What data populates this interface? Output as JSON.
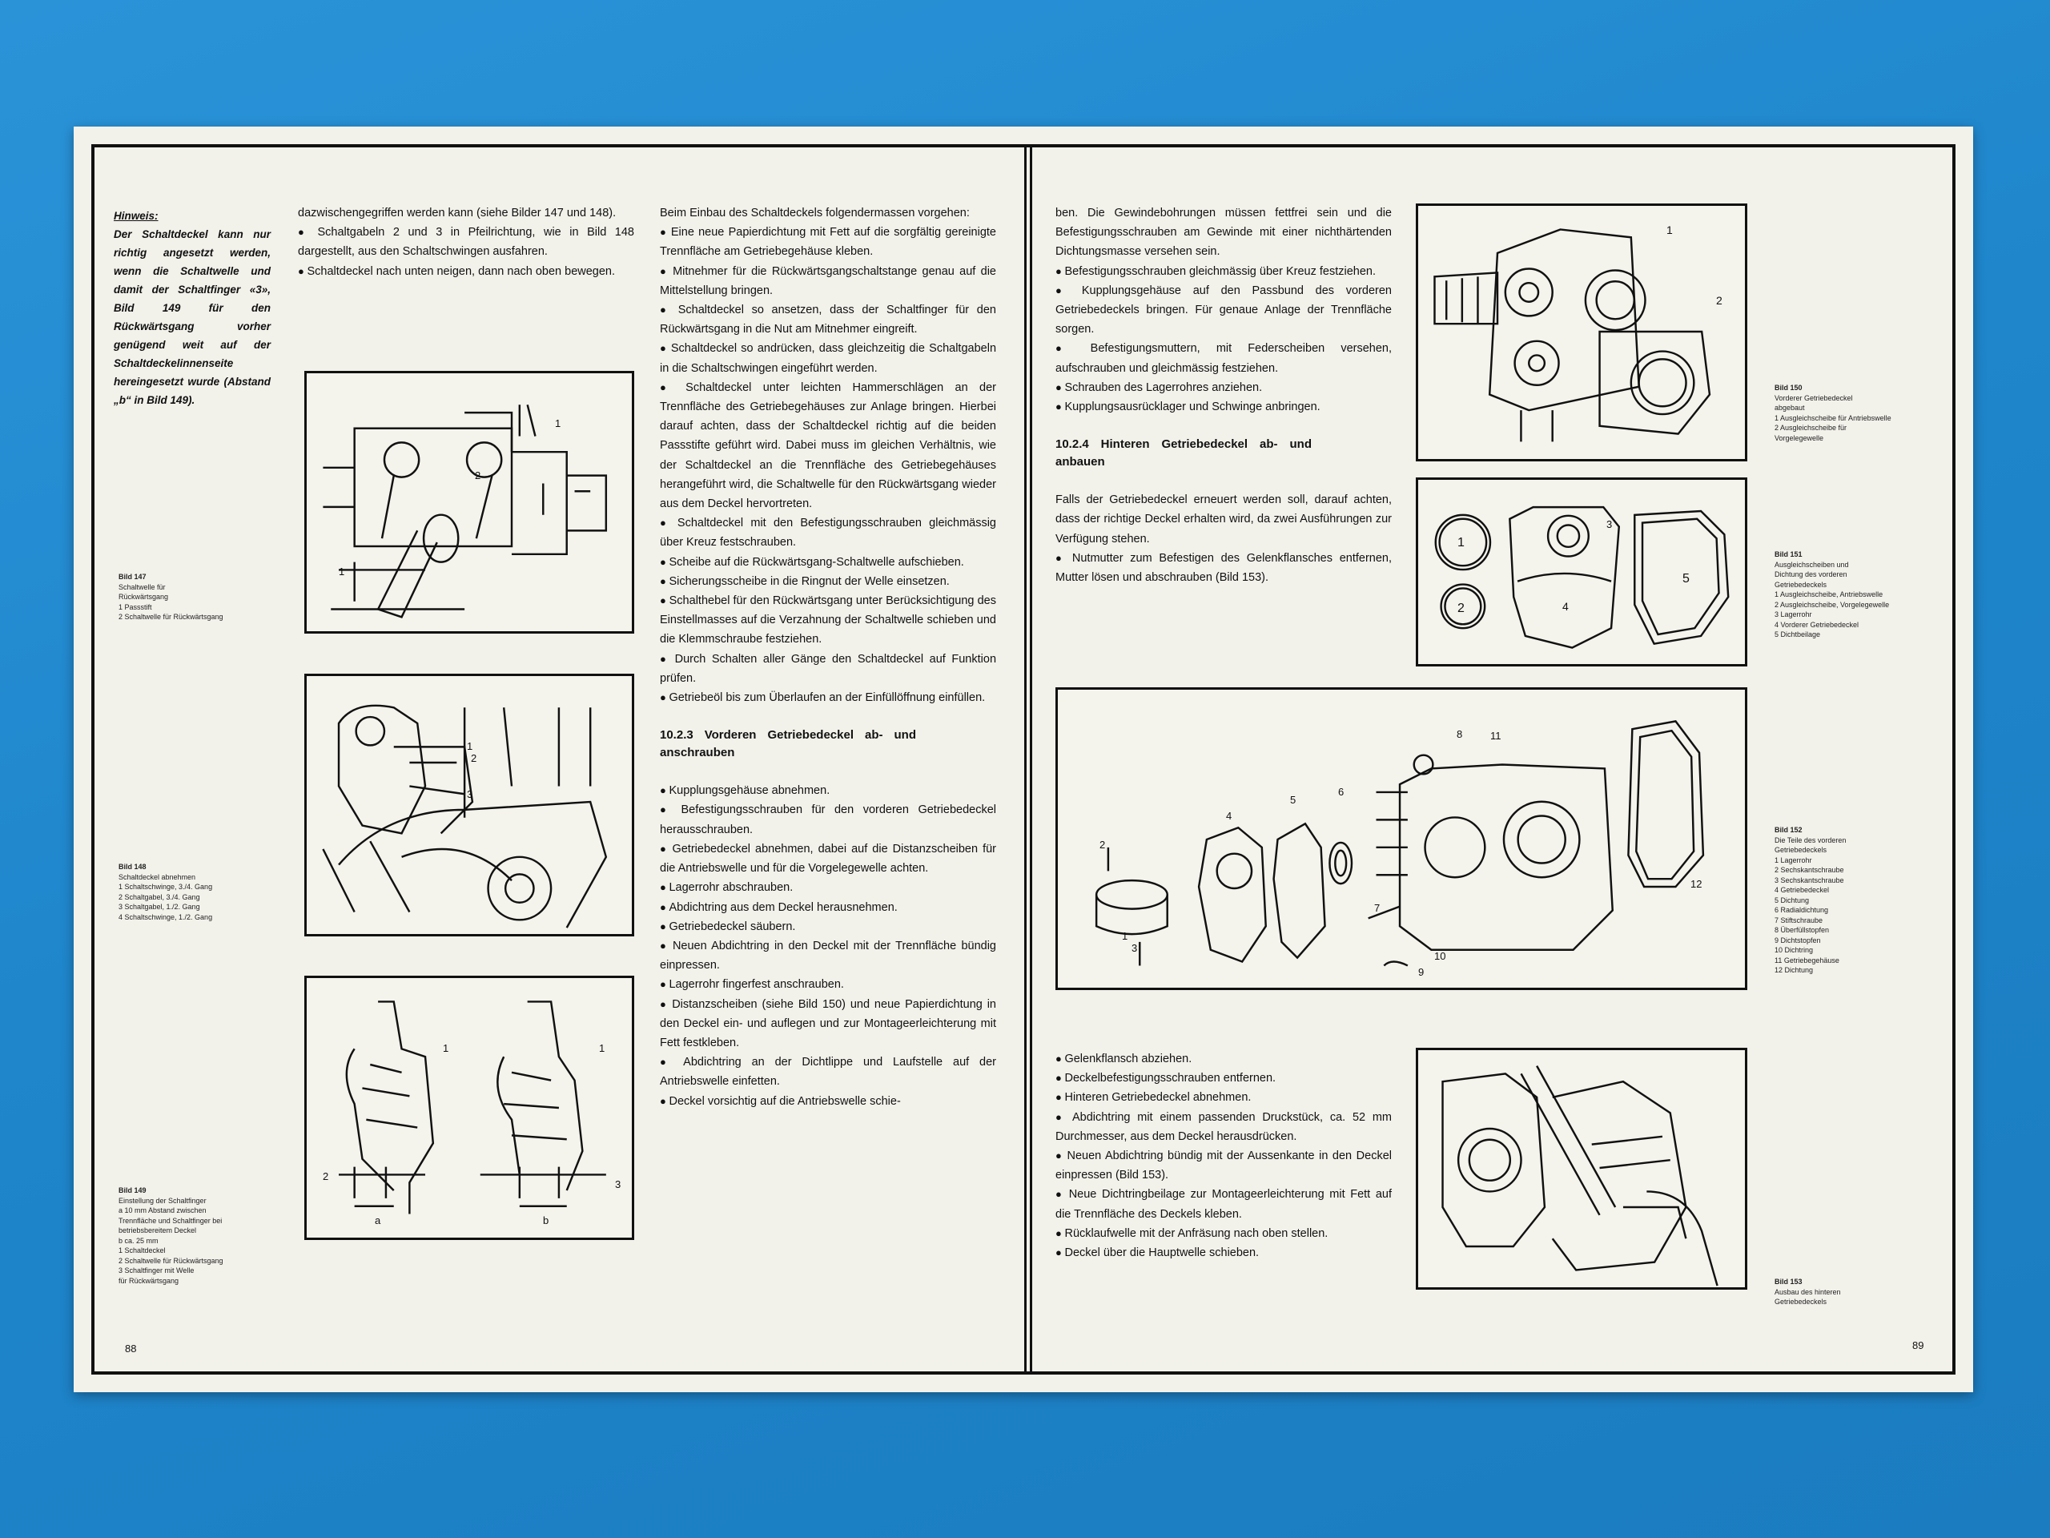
{
  "left_page": {
    "hint": {
      "title": "Hinweis:",
      "text": "Der Schaltdeckel kann nur richtig angesetzt werden, wenn die Schaltwelle und damit der Schaltfinger «3», Bild 149 für den Rückwärtsgang vorher genügend weit auf der Schaltdeckelinnenseite hereingesetzt wurde (Abstand „b“ in Bild 149)."
    },
    "col2": [
      "dazwischengegriffen werden kann (siehe Bilder 147 und 148).",
      "Schaltgabeln 2 und 3 in Pfeilrichtung, wie in Bild 148 dargestellt, aus den Schaltschwingen ausfahren.",
      "Schaltdeckel nach unten neigen, dann nach oben bewegen."
    ],
    "col3": {
      "intro": "Beim Einbau des Schaltdeckels folgendermassen vorgehen:",
      "bullets": [
        "Eine neue Papierdichtung mit Fett auf die sorgfältig gereinigte Trennfläche am Getriebegehäuse kleben.",
        "Mitnehmer für die Rückwärtsgangschaltstange genau auf die Mittelstellung bringen.",
        "Schaltdeckel so ansetzen, dass der Schaltfinger für den Rückwärtsgang in die Nut am Mitnehmer eingreift.",
        "Schaltdeckel so andrücken, dass gleichzeitig die Schaltgabeln in die Schaltschwingen eingeführt werden.",
        "Schaltdeckel unter leichten Hammerschlägen an der Trennfläche des Getriebegehäuses zur Anlage bringen. Hierbei darauf achten, dass der Schaltdeckel richtig auf die beiden Passstifte geführt wird. Dabei muss im gleichen Verhältnis, wie der Schaltdeckel an die Trennfläche des Getriebegehäuses herangeführt wird, die Schaltwelle für den Rückwärtsgang wieder aus dem Deckel hervortreten.",
        "Schaltdeckel mit den Befestigungsschrauben gleichmässig über Kreuz festschrauben.",
        "Scheibe auf die Rückwärtsgang-Schaltwelle aufschieben.",
        "Sicherungsscheibe in die Ringnut der Welle einsetzen.",
        "Schalthebel für den Rückwärtsgang unter Berücksichtigung des Einstellmasses auf die Verzahnung der Schaltwelle schieben und die Klemmschraube festziehen.",
        "Durch Schalten aller Gänge den Schaltdeckel auf Funktion prüfen.",
        "Getriebeöl bis zum Überlaufen an der Einfüllöffnung einfüllen."
      ],
      "heading": "10.2.3 Vorderen Getriebedeckel ab- und anschrauben",
      "bullets2": [
        "Kupplungsgehäuse abnehmen.",
        "Befestigungsschrauben für den vorderen Getriebedeckel herausschrauben.",
        "Getriebedeckel abnehmen, dabei auf die Distanzscheiben für die Antriebswelle und für die Vorgelegewelle achten.",
        "Lagerrohr abschrauben.",
        "Abdichtring aus dem Deckel herausnehmen.",
        "Getriebedeckel säubern.",
        "Neuen Abdichtring in den Deckel mit der Trennfläche bündig einpressen.",
        "Lagerrohr fingerfest anschrauben.",
        "Distanzscheiben (siehe Bild 150) und neue Papierdichtung in den Deckel ein- und auflegen und zur Montageerleichterung mit Fett festkleben.",
        "Abdichtring an der Dichtlippe und Laufstelle auf der Antriebswelle einfetten.",
        "Deckel vorsichtig auf die Antriebswelle schie-"
      ]
    },
    "captions": {
      "c147": {
        "title": "Bild 147",
        "lines": [
          "Schaltwelle für",
          "Rückwärtsgang",
          "1 Passstift",
          "2 Schaltwelle für Rückwärtsgang"
        ]
      },
      "c148": {
        "title": "Bild 148",
        "lines": [
          "Schaltdeckel abnehmen",
          "1 Schaltschwinge, 3./4. Gang",
          "2 Schaltgabel, 3./4. Gang",
          "3 Schaltgabel, 1./2. Gang",
          "4 Schaltschwinge, 1./2. Gang"
        ]
      },
      "c149": {
        "title": "Bild 149",
        "lines": [
          "Einstellung der Schaltfinger",
          "a 10 mm Abstand zwischen",
          "Trennfläche und Schaltfinger bei",
          "betriebsbereitem Deckel",
          "b ca. 25 mm",
          "1 Schaltdeckel",
          "2 Schaltwelle für Rückwärtsgang",
          "3 Schaltfinger mit Welle",
          "für Rückwärtsgang"
        ]
      }
    },
    "page_number": "88"
  },
  "right_page": {
    "col1": {
      "cont": [
        "ben. Die Gewindebohrungen müssen fettfrei sein und die Befestigungsschrauben am Gewinde mit einer nichthärtenden Dichtungsmasse versehen sein."
      ],
      "bullets": [
        "Befestigungsschrauben gleichmässig über Kreuz festziehen.",
        "Kupplungsgehäuse auf den Passbund des vorderen Getriebedeckels bringen. Für genaue Anlage der Trennfläche sorgen.",
        "Befestigungsmuttern, mit Federscheiben versehen, aufschrauben und gleichmässig festziehen.",
        "Schrauben des Lagerrohres anziehen.",
        "Kupplungsausrücklager und Schwinge anbringen."
      ],
      "heading": "10.2.4 Hinteren Getriebedeckel ab- und anbauen",
      "para": "Falls der Getriebedeckel erneuert werden soll, darauf achten, dass der richtige Deckel erhalten wird, da zwei Ausführungen zur Verfügung stehen.",
      "bullets_b": [
        "Nutmutter zum Befestigen des Gelenkflansches entfernen, Mutter lösen und abschrauben (Bild 153)."
      ],
      "bullets2": [
        "Gelenkflansch abziehen.",
        "Deckelbefestigungsschrauben entfernen.",
        "Hinteren Getriebedeckel abnehmen.",
        "Abdichtring mit einem passenden Druckstück, ca. 52 mm Durchmesser, aus dem Deckel herausdrücken.",
        "Neuen Abdichtring bündig mit der Aussenkante in den Deckel einpressen (Bild 153).",
        "Neue Dichtringbeilage zur Montageerleichterung mit Fett auf die Trennfläche des Deckels kleben.",
        "Rücklaufwelle mit der Anfräsung nach oben stellen.",
        "Deckel über die Hauptwelle schieben."
      ]
    },
    "captions": {
      "c150": {
        "title": "Bild 150",
        "lines": [
          "Vorderer Getriebedeckel",
          "abgebaut",
          "1 Ausgleichscheibe für Antriebswelle",
          "2 Ausgleichscheibe für",
          "Vorgelegewelle"
        ]
      },
      "c151": {
        "title": "Bild 151",
        "lines": [
          "Ausgleichscheiben und",
          "Dichtung des vorderen",
          "Getriebedeckels",
          "1 Ausgleichscheibe, Antriebswelle",
          "2 Ausgleichscheibe, Vorgelegewelle",
          "3 Lagerrohr",
          "4 Vorderer Getriebedeckel",
          "5 Dichtbeilage"
        ]
      },
      "c152": {
        "title": "Bild 152",
        "lines": [
          "Die Teile des vorderen",
          "Getriebedeckels",
          "1 Lagerrohr",
          "2 Sechskantschraube",
          "3 Sechskantschraube",
          "4 Getriebedeckel",
          "5 Dichtung",
          "6 Radialdichtung",
          "7 Stiftschraube",
          "8 Überfüllstopfen",
          "9 Dichtstopfen",
          "10 Dichtring",
          "11 Getriebegehäuse",
          "12 Dichtung"
        ]
      },
      "c153": {
        "title": "Bild 153",
        "lines": [
          "Ausbau des hinteren",
          "Getriebedeckels"
        ]
      }
    },
    "page_number": "89"
  },
  "figure_labels": {
    "f147": [
      "1",
      "2",
      "1"
    ],
    "f148": [
      "1",
      "2",
      "3"
    ],
    "f149": [
      "1",
      "1",
      "2",
      "3",
      "a",
      "b"
    ],
    "f150": [
      "1",
      "2"
    ],
    "f151": [
      "1",
      "2",
      "3",
      "4",
      "5"
    ],
    "f152": [
      "1",
      "2",
      "3",
      "4",
      "5",
      "6",
      "7",
      "8",
      "9",
      "10",
      "11",
      "12"
    ]
  }
}
